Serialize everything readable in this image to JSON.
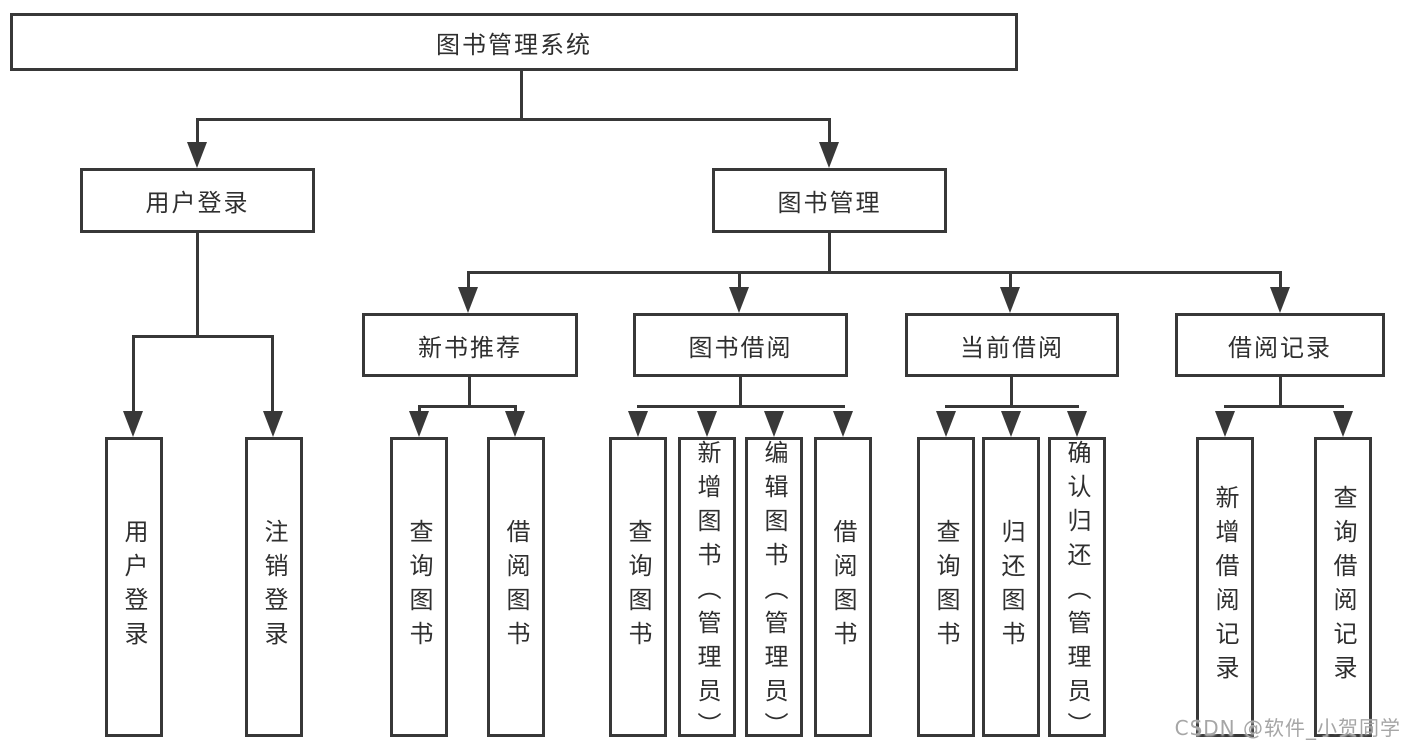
{
  "diagram": {
    "title": "图书管理系统",
    "root": {
      "label": "图书管理系统"
    },
    "level2": {
      "user_login": {
        "label": "用户登录"
      },
      "book_mgmt": {
        "label": "图书管理"
      }
    },
    "level3": {
      "new_book_rec": {
        "label": "新书推荐"
      },
      "book_borrow": {
        "label": "图书借阅"
      },
      "current_borrow": {
        "label": "当前借阅"
      },
      "borrow_records": {
        "label": "借阅记录"
      }
    },
    "leaves": {
      "user_login": [
        "用户登录",
        "注销登录"
      ],
      "new_book_rec": [
        "查询图书",
        "借阅图书"
      ],
      "book_borrow": [
        "查询图书",
        "新增图书（管理员）",
        "编辑图书（管理员）",
        "借阅图书"
      ],
      "current_borrow": [
        "查询图书",
        "归还图书",
        "确认归还（管理员）"
      ],
      "borrow_records": [
        "新增借阅记录",
        "查询借阅记录"
      ]
    }
  },
  "watermark": "CSDN @软件_小贺同学",
  "colors": {
    "line": "#383838",
    "text": "#2f2f2f",
    "background": "#ffffff",
    "watermark": "#a6a6a6"
  }
}
